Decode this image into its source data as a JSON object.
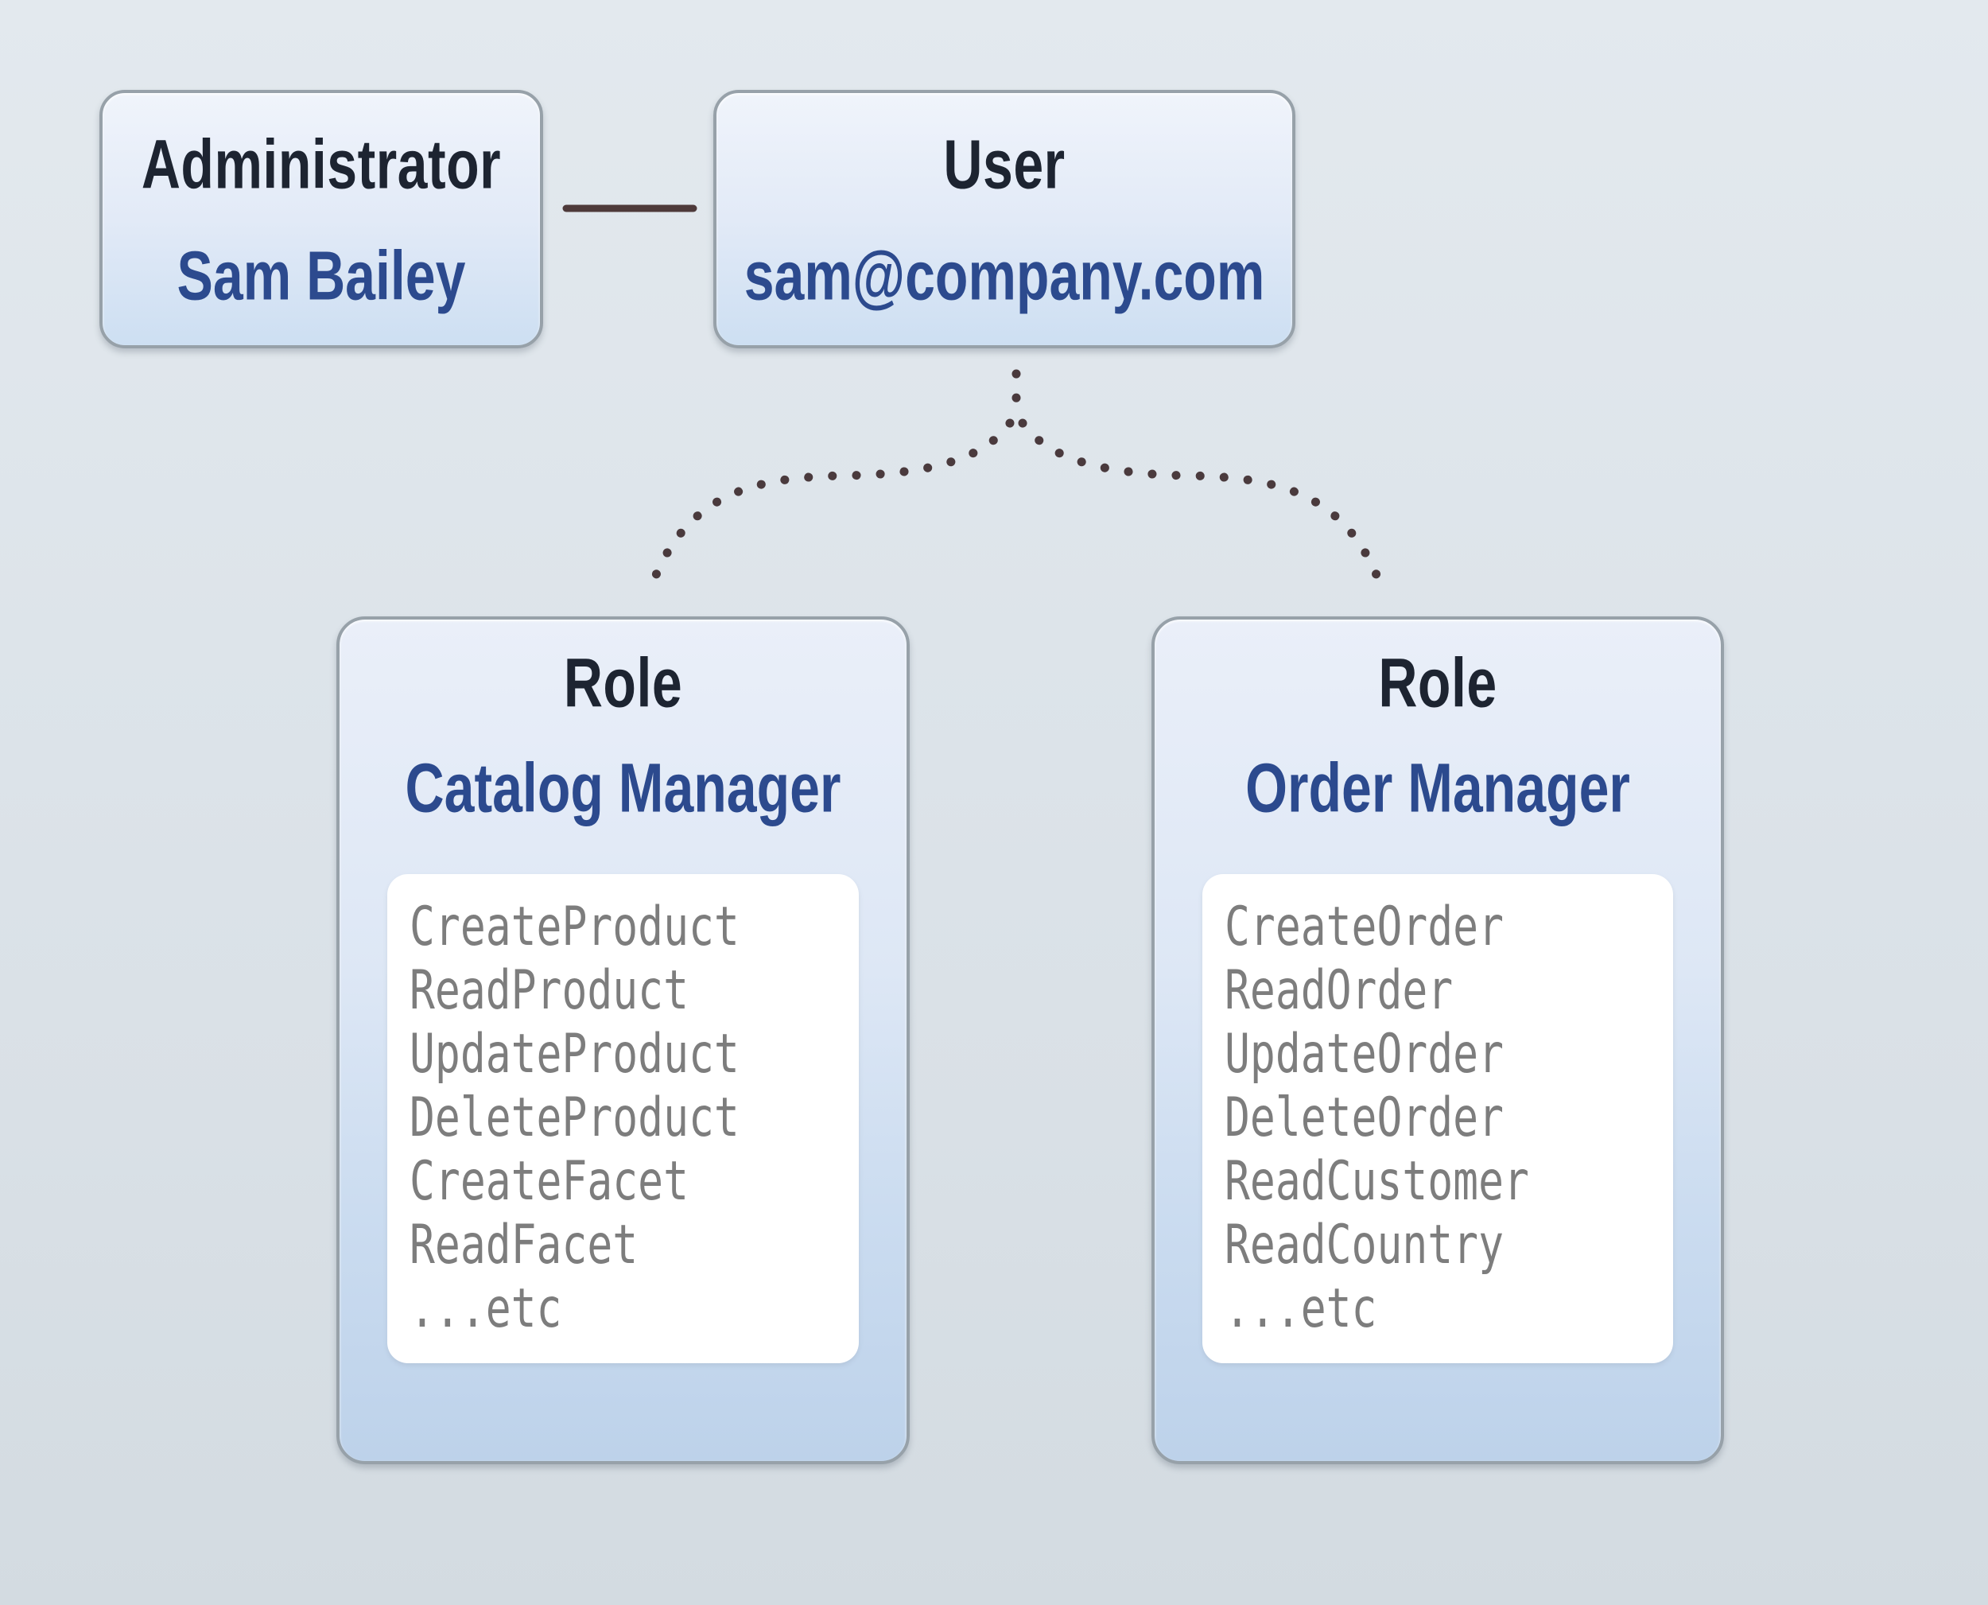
{
  "nodes": {
    "administrator": {
      "title": "Administrator",
      "value": "Sam Bailey"
    },
    "user": {
      "title": "User",
      "value": "sam@company.com"
    },
    "role_left": {
      "title": "Role",
      "name": "Catalog Manager",
      "permissions": [
        "CreateProduct",
        "ReadProduct",
        "UpdateProduct",
        "DeleteProduct",
        "CreateFacet",
        "ReadFacet",
        "...etc"
      ]
    },
    "role_right": {
      "title": "Role",
      "name": "Order Manager",
      "permissions": [
        "CreateOrder",
        "ReadOrder",
        "UpdateOrder",
        "DeleteOrder",
        "ReadCustomer",
        "ReadCountry",
        "...etc"
      ]
    }
  },
  "colors": {
    "title": "#1d2431",
    "blue": "#2c4a8e",
    "mono": "#7d7d7d",
    "border": "#97a1a9",
    "panel": "#ffffff",
    "connector": "#4e3a3a",
    "dots": "#4a3a3d"
  }
}
